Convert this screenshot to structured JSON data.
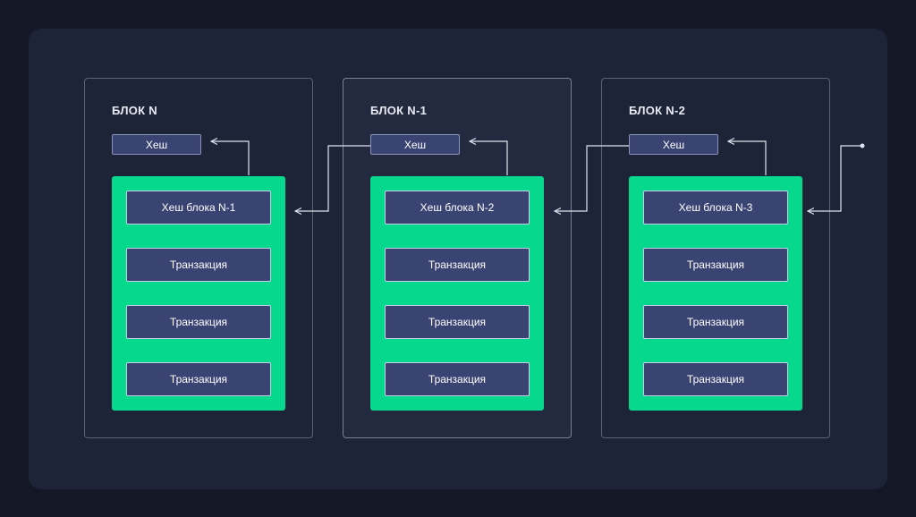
{
  "blocks": [
    {
      "title": "БЛОК N",
      "hash_label": "Хеш",
      "rows": [
        "Хеш блока N-1",
        "Транзакция",
        "Транзакция",
        "Транзакция"
      ]
    },
    {
      "title": "БЛОК N-1",
      "hash_label": "Хеш",
      "rows": [
        "Хеш блока N-2",
        "Транзакция",
        "Транзакция",
        "Транзакция"
      ]
    },
    {
      "title": "БЛОК N-2",
      "hash_label": "Хеш",
      "rows": [
        "Хеш блока N-3",
        "Транзакция",
        "Транзакция",
        "Транзакция"
      ]
    }
  ],
  "colors": {
    "background": "#141826",
    "panel": "#1e2438",
    "block_body": "#06d98d",
    "cell": "#3a4472",
    "connector": "#dfe3ee"
  }
}
